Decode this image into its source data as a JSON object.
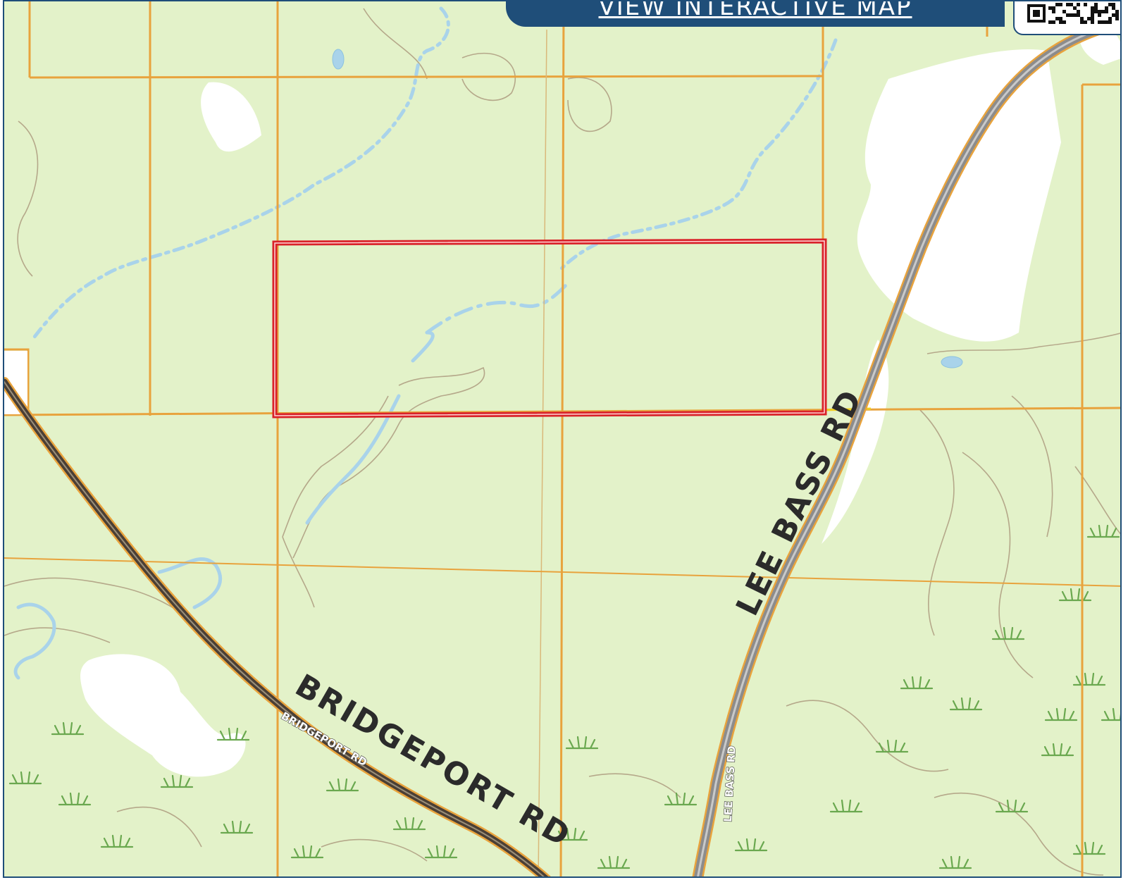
{
  "banner": {
    "label": "VIEW INTERACTIVE MAP"
  },
  "qr": {
    "icon": "qr-code-icon"
  },
  "roads": {
    "bridgeport_label": "BRIDGEPORT RD",
    "bridgeport_shield": "BRIDGEPORT RD",
    "lee_bass_label": "LEE BASS RD",
    "lee_bass_shield": "LEE BASS RD"
  },
  "colors": {
    "land": "#e3f2c9",
    "parcel_line": "#e8a33d",
    "parcel_highlight": "#d9222a",
    "water": "#a9d3ea",
    "open_area": "#ffffff",
    "contour": "#b5a88a",
    "banner": "#1f4e79",
    "marsh": "#6aa84f"
  }
}
